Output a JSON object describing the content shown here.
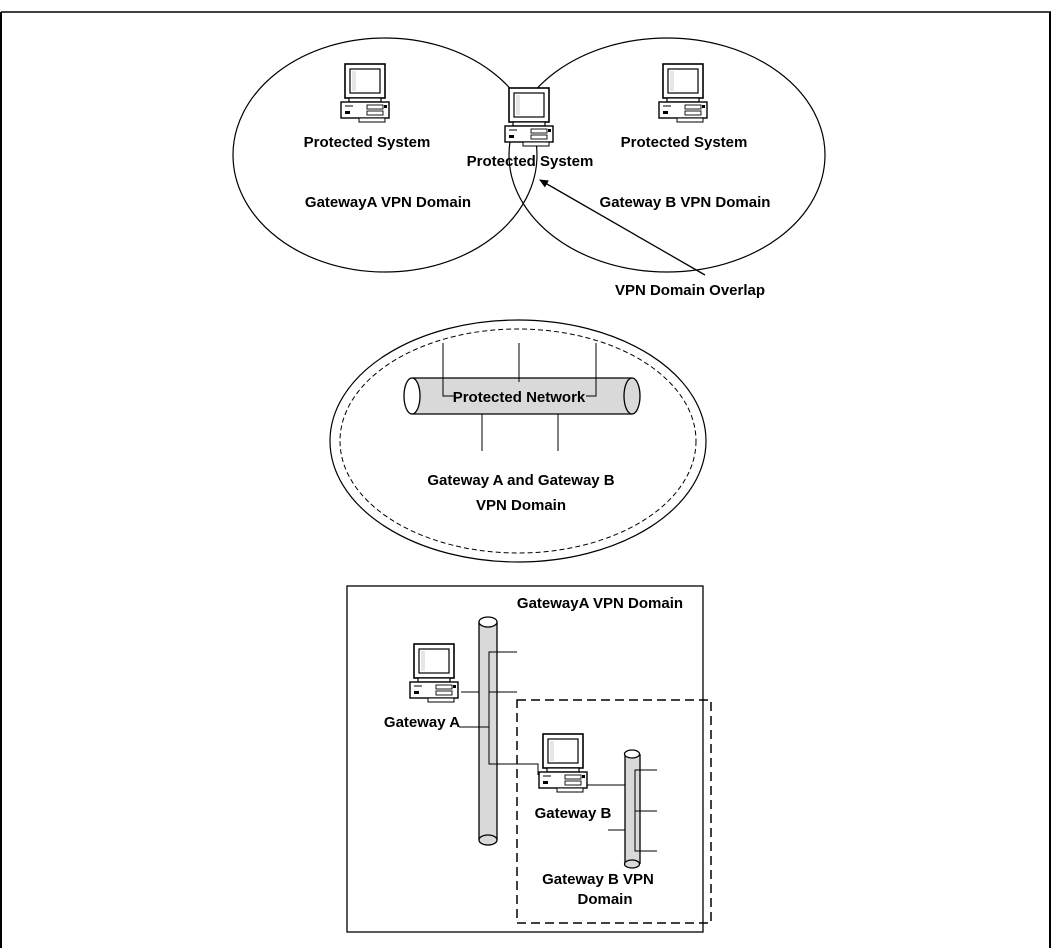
{
  "diagram": {
    "top": {
      "system_left_label": "Protected System",
      "system_center_label": "Protected System",
      "system_right_label": "Protected System",
      "domain_a_label": "GatewayA VPN Domain",
      "domain_b_label": "Gateway B VPN Domain",
      "overlap_label": "VPN Domain Overlap"
    },
    "middle": {
      "network_label": "Protected Network",
      "domain_label_line1": "Gateway A and Gateway B",
      "domain_label_line2": "VPN Domain"
    },
    "bottom": {
      "domain_a_label": "GatewayA VPN Domain",
      "gateway_a_label": "Gateway A",
      "gateway_b_label": "Gateway B",
      "domain_b_label_line1": "Gateway B VPN",
      "domain_b_label_line2": "Domain"
    }
  }
}
